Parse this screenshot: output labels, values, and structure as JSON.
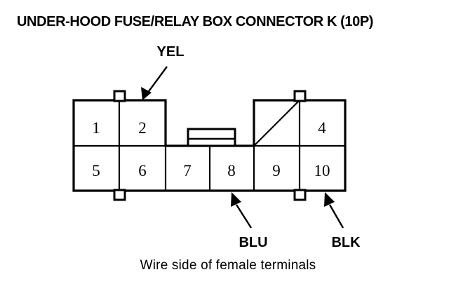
{
  "page": {
    "title": "UNDER-HOOD FUSE/RELAY BOX CONNECTOR K (10P)",
    "caption": "Wire side of female terminals",
    "background_color": "#ffffff",
    "line_color": "#000000"
  },
  "connector": {
    "name": "Connector K",
    "pin_count_label": "(10P)",
    "top_row": [
      {
        "id": "pin-1",
        "label": "1",
        "blanked": false
      },
      {
        "id": "pin-2",
        "label": "2",
        "blanked": false
      },
      {
        "id": "pin-3",
        "label": "",
        "blanked": true
      },
      {
        "id": "pin-4",
        "label": "4",
        "blanked": false
      }
    ],
    "bottom_row": [
      {
        "id": "pin-5",
        "label": "5",
        "blanked": false
      },
      {
        "id": "pin-6",
        "label": "6",
        "blanked": false
      },
      {
        "id": "pin-7",
        "label": "7",
        "blanked": false
      },
      {
        "id": "pin-8",
        "label": "8",
        "blanked": false
      },
      {
        "id": "pin-9",
        "label": "9",
        "blanked": false
      },
      {
        "id": "pin-10",
        "label": "10",
        "blanked": false
      }
    ]
  },
  "wire_callouts": [
    {
      "id": "callout-yel",
      "label": "YEL",
      "points_to_pin": "2"
    },
    {
      "id": "callout-blu",
      "label": "BLU",
      "points_to_pin": "8"
    },
    {
      "id": "callout-blk",
      "label": "BLK",
      "points_to_pin": "10"
    }
  ]
}
